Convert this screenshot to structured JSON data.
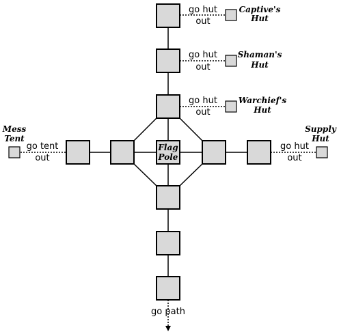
{
  "places": {
    "captive_hut": [
      "Captive's",
      "Hut"
    ],
    "shaman_hut": [
      "Shaman's",
      "Hut"
    ],
    "warchief_hut": [
      "Warchief's",
      "Hut"
    ],
    "supply_hut": [
      "Supply",
      "Hut"
    ],
    "mess_tent": [
      "Mess",
      "Tent"
    ],
    "flag_pole": [
      "Flag",
      "Pole"
    ]
  },
  "exits": {
    "go_hut": "go hut",
    "go_tent": "go tent",
    "out": "out",
    "go_path": "go path"
  }
}
